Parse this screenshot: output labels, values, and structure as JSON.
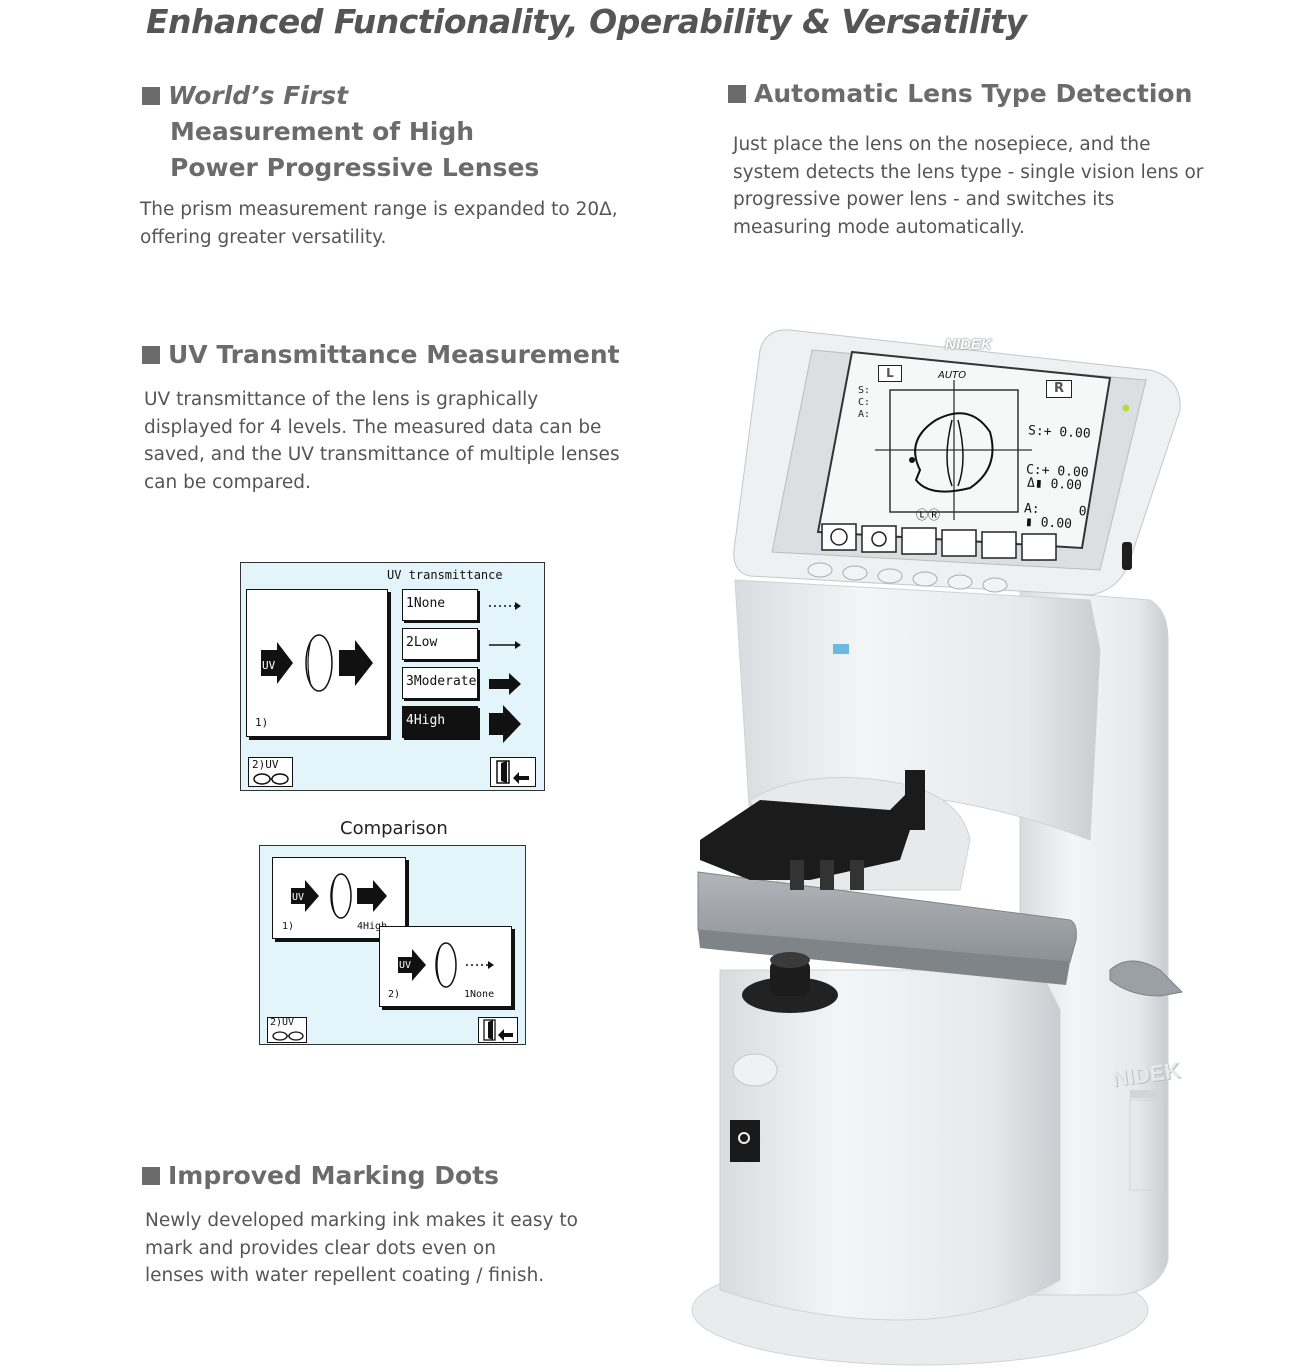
{
  "page": {
    "title": "Enhanced Functionality, Operability & Versatility"
  },
  "sections": {
    "worlds_first": {
      "heading_italic": "World’s First",
      "heading_lines": [
        "Measurement of High",
        "Power Progressive Lenses"
      ],
      "body_lines": [
        "The prism measurement range is expanded to 20Δ,",
        "offering greater versatility."
      ]
    },
    "auto_lens": {
      "heading": "Automatic Lens Type Detection",
      "body_lines": [
        "Just place the lens on the nosepiece, and the",
        "system detects the lens type - single vision lens or",
        "progressive power lens - and switches its",
        "measuring mode automatically."
      ]
    },
    "uv": {
      "heading": "UV Transmittance Measurement",
      "body_lines": [
        "UV transmittance of the lens is graphically",
        "displayed for 4 levels. The measured data can be",
        "saved, and the UV transmittance of multiple lenses",
        "can be compared."
      ]
    },
    "marking": {
      "heading": "Improved Marking Dots",
      "body_lines": [
        "Newly developed marking ink makes it easy to",
        "mark and provides clear dots even on",
        "lenses with water repellent coating / finish."
      ]
    }
  },
  "uv_screen": {
    "title": "UV transmittance",
    "uv_tag": "UV",
    "slot_label": "1)",
    "uv2_label": "2)UV",
    "levels": [
      "1None",
      "2Low",
      "3Moderate",
      "4High"
    ],
    "selected_level": 4
  },
  "comparison": {
    "caption": "Comparison",
    "card1": {
      "uv_tag": "UV",
      "slot": "1)",
      "level": "4High"
    },
    "card2": {
      "uv_tag": "UV",
      "slot": "2)",
      "level": "1None"
    },
    "uv2_label": "2)UV"
  },
  "device": {
    "brand": "NIDEK",
    "side_brand": "NIDEK",
    "screen": {
      "left_tag": "L",
      "right_tag": "R",
      "mode": "AUTO",
      "left_labels": [
        "S:",
        "C:",
        "A:"
      ],
      "s_value": "S:+ 0.00",
      "c_value": "C:+ 0.00",
      "a_value": "A:     0",
      "prism1": "Δ▮ 0.00",
      "prism2": "▮ 0.00",
      "bottom_mark": "ⓁⓇ"
    }
  },
  "colors": {
    "heading": "#6b6b6b",
    "body": "#555555",
    "lcd_bg": "#e3f4fb",
    "device_body": "#eceef0",
    "device_gray": "#9ea3a8"
  }
}
